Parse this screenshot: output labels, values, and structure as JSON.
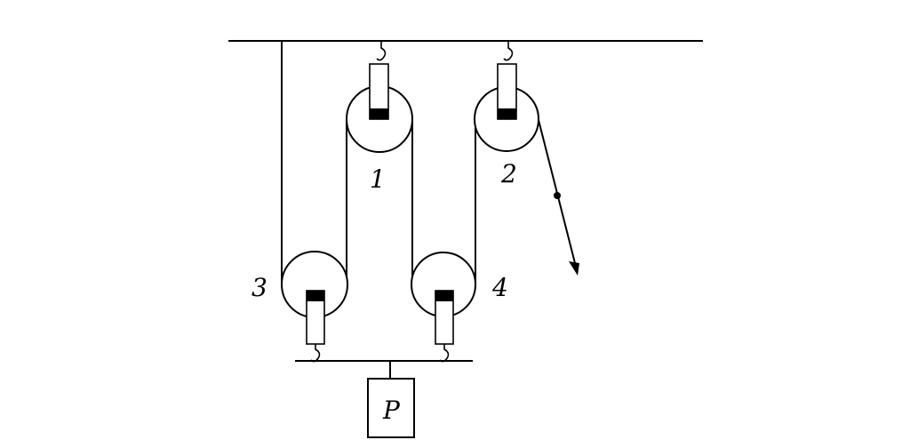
{
  "diagram": {
    "pulleys": [
      {
        "label": "1",
        "type": "fixed"
      },
      {
        "label": "2",
        "type": "fixed"
      },
      {
        "label": "3",
        "type": "movable"
      },
      {
        "label": "4",
        "type": "movable"
      }
    ],
    "load": {
      "label": "P"
    }
  }
}
